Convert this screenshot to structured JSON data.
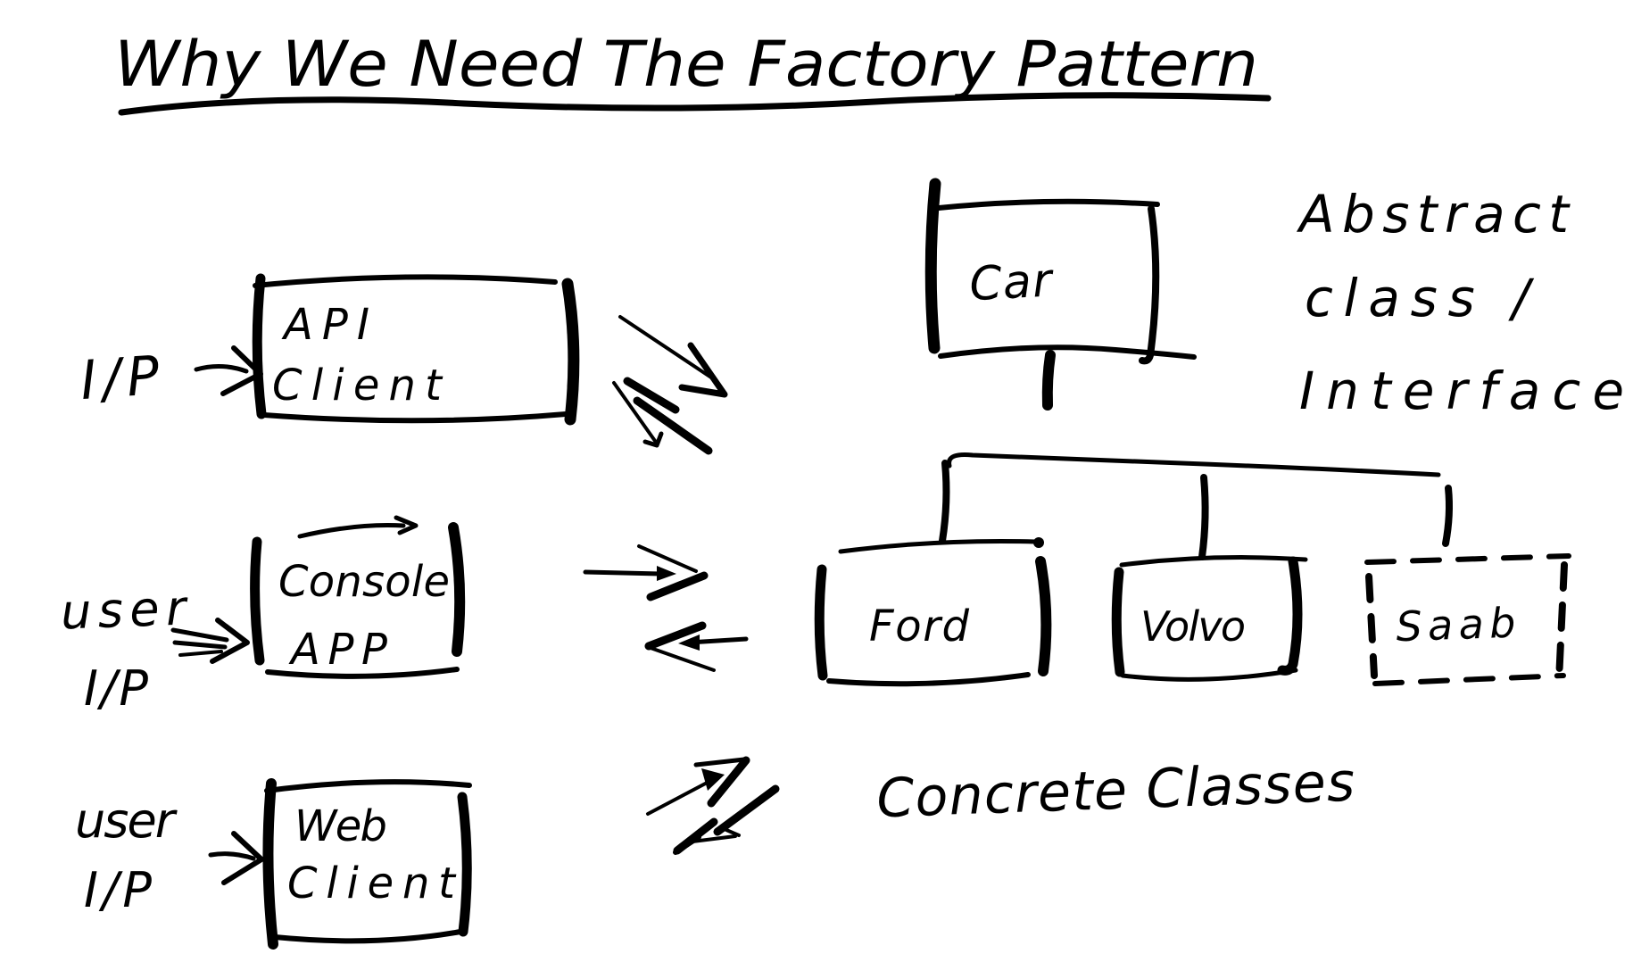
{
  "title": "Why We Need The Factory Pattern",
  "ink_color": "#000000",
  "paper_color": "#ffffff",
  "left_flow": {
    "rows": [
      {
        "input_lines": [
          "I/P"
        ],
        "box_lines": [
          "API",
          "Client"
        ],
        "box_style": "solid",
        "arrows": [
          "input-arrow-right",
          "bidirectional-with-hierarchy"
        ]
      },
      {
        "input_lines": [
          "user",
          "I/P"
        ],
        "box_lines": [
          "Console",
          "APP"
        ],
        "box_style": "solid",
        "arrows": [
          "input-double-arrow-right",
          "arrow-out-right",
          "arrow-return-left"
        ]
      },
      {
        "input_lines": [
          "user",
          "I/P"
        ],
        "box_lines": [
          "Web",
          "Client"
        ],
        "box_style": "solid",
        "arrows": [
          "input-arrow-right",
          "arrow-out-up-right",
          "arrow-return-down-left"
        ]
      }
    ]
  },
  "hierarchy": {
    "parent": {
      "label": "Car",
      "annotation_lines": [
        "Abstract",
        "class /",
        "Interface"
      ]
    },
    "children": [
      {
        "label": "Ford",
        "border": "solid"
      },
      {
        "label": "Volvo",
        "border": "solid"
      },
      {
        "label": "Saab",
        "border": "dashed"
      }
    ],
    "children_annotation": "Concrete Classes"
  }
}
